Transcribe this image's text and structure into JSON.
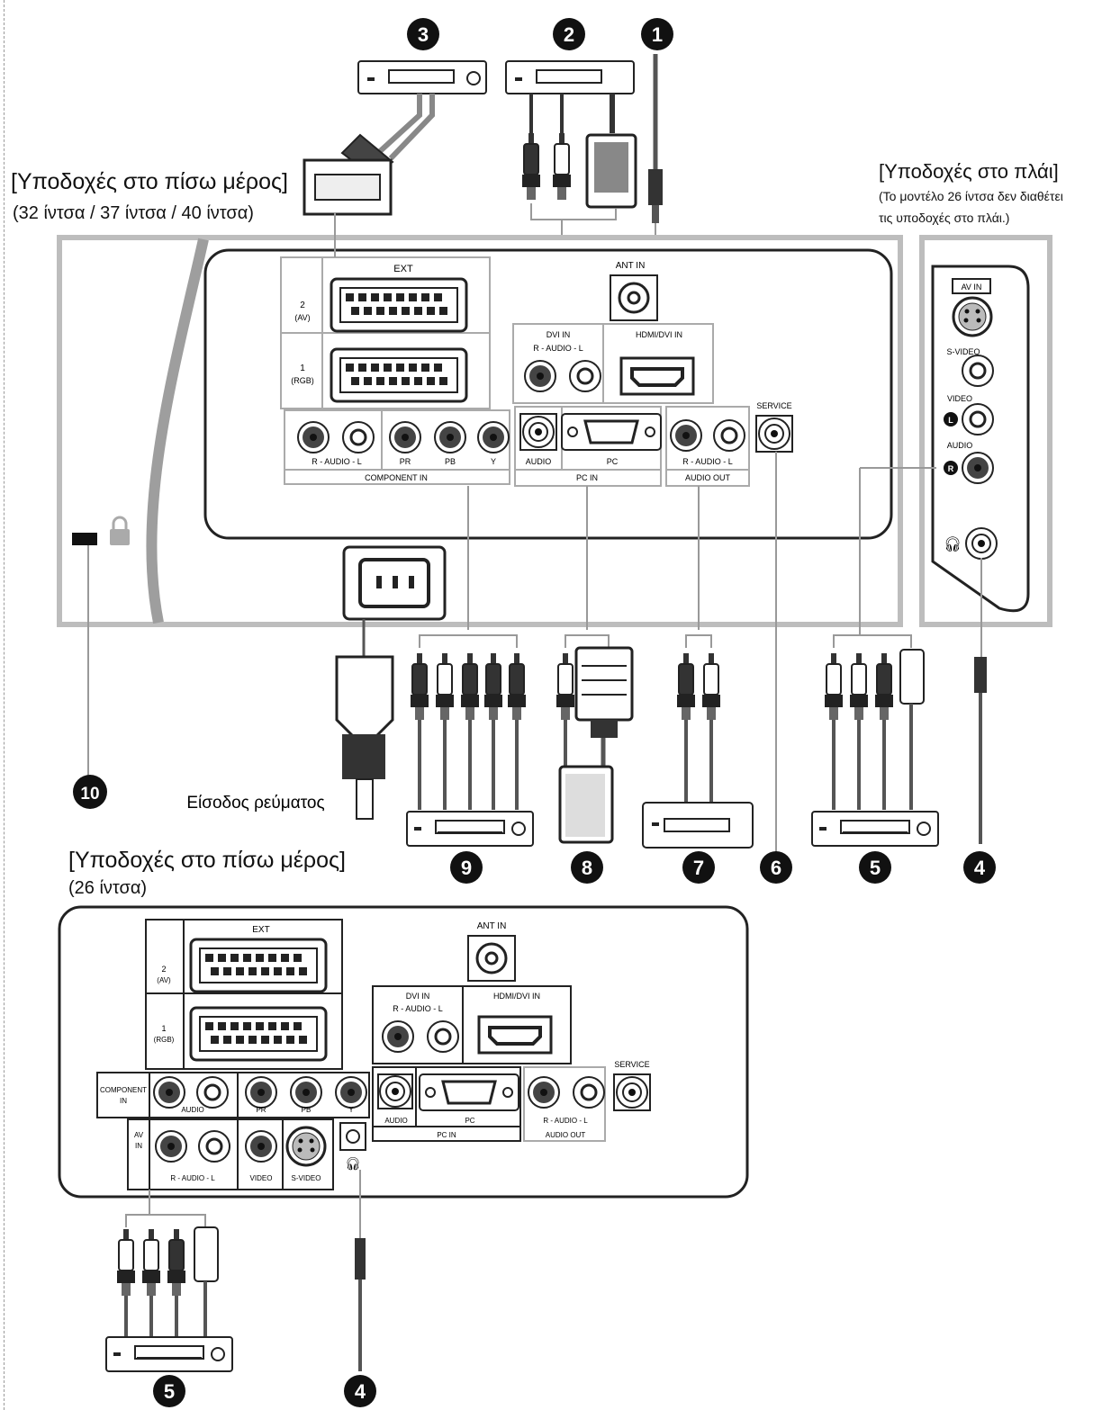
{
  "captions": {
    "rear_big_title": "[Υποδοχές στο πίσω μέρος]",
    "rear_big_sizes": "(32 ίντσα / 37 ίντσα / 40 ίντσα)",
    "side_title": "[Υποδοχές στο πλάι]",
    "side_note_line1": "(Το μοντέλο 26 ίντσα δεν διαθέτει",
    "side_note_line2": "τις υποδοχές στο πλάι.)",
    "rear_small_title": "[Υποδοχές στο πίσω μέρος]",
    "rear_small_sizes": "(26 ίντσα)",
    "power_input": "Είσοδος ρεύματος"
  },
  "panel_labels": {
    "ext": "EXT",
    "scart2": "2",
    "scart2_sub": "(AV)",
    "scart1": "1",
    "scart1_sub": "(RGB)",
    "ant_in": "ANT IN",
    "dvi_in": "DVI IN",
    "hdmi_dvi_in": "HDMI/DVI IN",
    "audio_rl": "R - AUDIO - L",
    "service": "SERVICE",
    "component_in": "COMPONENT IN",
    "component_in_a": "COMPONENT",
    "component_in_b": "IN",
    "pc_in": "PC IN",
    "audio": "AUDIO",
    "pc": "PC",
    "audio_out": "AUDIO OUT",
    "av_in": "AV IN",
    "av_in_a": "AV",
    "av_in_b": "IN",
    "s_video": "S-VIDEO",
    "video": "VIDEO",
    "audio_side": "AUDIO",
    "pr": "PR",
    "pb": "PB",
    "y": "Y",
    "r": "R",
    "l": "L"
  },
  "callouts": [
    "1",
    "2",
    "3",
    "4",
    "5",
    "6",
    "7",
    "8",
    "9",
    "10",
    "5",
    "4"
  ]
}
